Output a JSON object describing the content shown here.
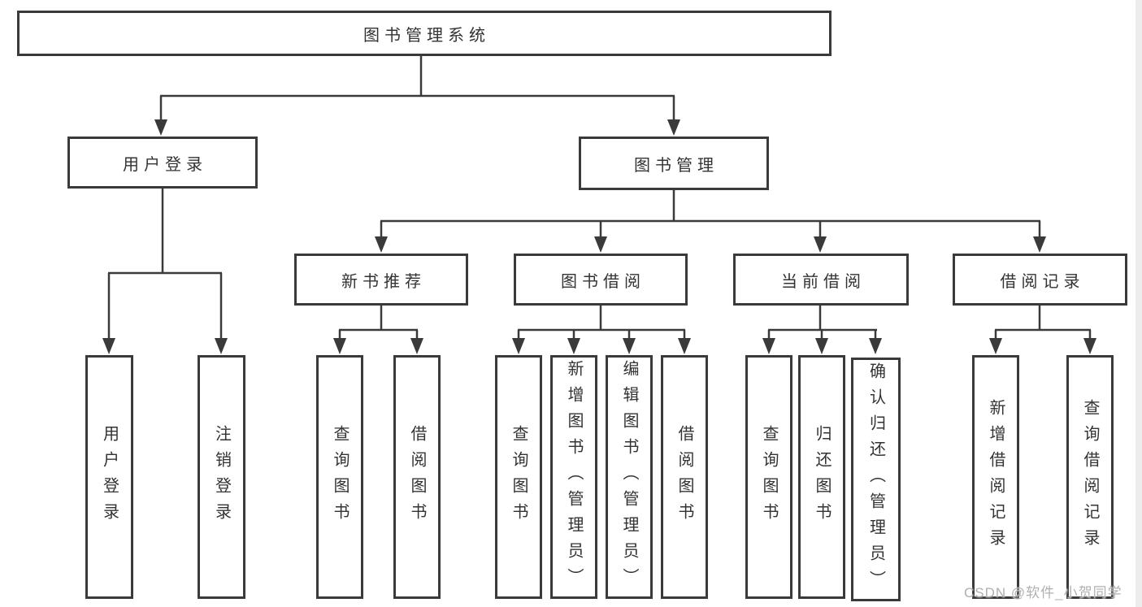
{
  "diagram": {
    "root": {
      "label": "图书管理系统"
    },
    "level2": {
      "login": {
        "label": "用户登录"
      },
      "manage": {
        "label": "图书管理"
      }
    },
    "level3": {
      "recommend": {
        "label": "新书推荐"
      },
      "borrow": {
        "label": "图书借阅"
      },
      "current": {
        "label": "当前借阅"
      },
      "records": {
        "label": "借阅记录"
      }
    },
    "leaves": {
      "login": [
        "用户登录",
        "注销登录"
      ],
      "recommend": [
        "查询图书",
        "借阅图书"
      ],
      "borrow": [
        "查询图书",
        "新增图书（管理员）",
        "编辑图书（管理员）",
        "借阅图书"
      ],
      "current": [
        "查询图书",
        "归还图书",
        "确认归还（管理员）"
      ],
      "records": [
        "新增借阅记录",
        "查询借阅记录"
      ]
    }
  },
  "watermark": "CSDN @软件_小贺同学",
  "colors": {
    "line": "#3a3a3a",
    "text": "#333333",
    "background": "#ffffff",
    "watermark": "#b0b0b0"
  }
}
